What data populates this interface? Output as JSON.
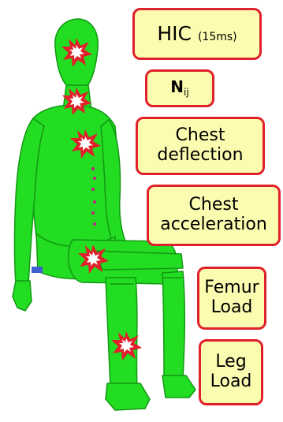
{
  "labels": {
    "hic": {
      "main": "HIC",
      "sub": "(15ms)"
    },
    "nij": {
      "main": "N",
      "sub": "ij"
    },
    "chest_deflection": {
      "line1": "Chest",
      "line2": "deflection"
    },
    "chest_acceleration": {
      "line1": "Chest",
      "line2": "acceleration"
    },
    "femur_load": {
      "line1": "Femur",
      "line2": "Load"
    },
    "leg_load": {
      "line1": "Leg",
      "line2": "Load"
    }
  },
  "colors": {
    "dummy": "#22dd22",
    "dummy_edge": "#139813",
    "label_fill": "#fcfcb0",
    "label_border": "#e0202a",
    "impact_star": "#e0202a",
    "impact_core": "#ffffff"
  },
  "icons": [
    "crash-test-dummy",
    "impact-star-icon"
  ]
}
